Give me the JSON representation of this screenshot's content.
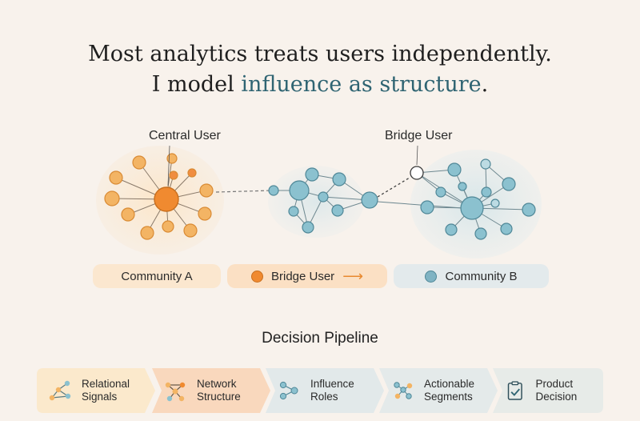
{
  "headline": {
    "line1": "Most analytics treats users independently.",
    "line2_prefix": "I model ",
    "line2_accent": "influence as structure",
    "line2_suffix": "."
  },
  "network": {
    "central_label": "Central User",
    "bridge_label": "Bridge User"
  },
  "legend": {
    "community_a": "Community A",
    "bridge": "Bridge User",
    "arrow": "⟶",
    "community_b": "Community B"
  },
  "pipeline": {
    "title": "Decision Pipeline",
    "steps": [
      {
        "line1": "Relational",
        "line2": "Signals"
      },
      {
        "line1": "Network",
        "line2": "Structure"
      },
      {
        "line1": "Influence",
        "line2": "Roles"
      },
      {
        "line1": "Actionable",
        "line2": "Segments"
      },
      {
        "line1": "Product",
        "line2": "Decision"
      }
    ]
  },
  "colors": {
    "orange": "#f0a652",
    "orange_dark": "#e8892f",
    "teal": "#7fb3c3",
    "teal_dark": "#5e98ab",
    "accent_text": "#2f6472"
  }
}
